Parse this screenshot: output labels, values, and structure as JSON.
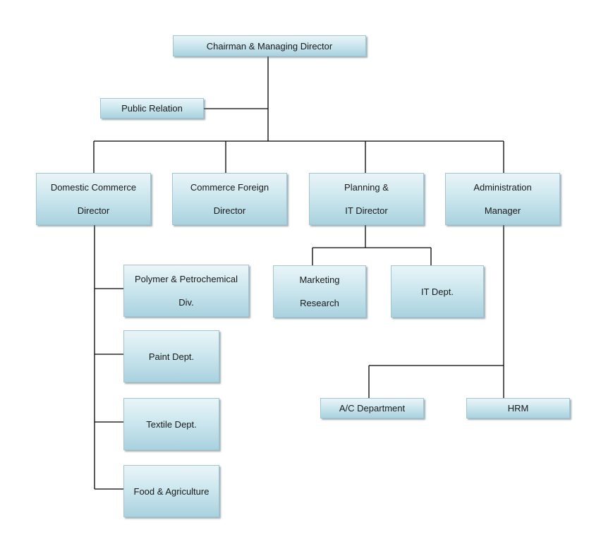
{
  "nodes": {
    "chairman": "Chairman & Managing Director",
    "public_relation": "Public Relation",
    "domestic": {
      "line1": "Domestic Commerce",
      "line2": "Director"
    },
    "foreign": {
      "line1": "Commerce Foreign",
      "line2": "Director"
    },
    "planning": {
      "line1": "Planning &",
      "line2": "IT Director"
    },
    "admin": {
      "line1": "Administration",
      "line2": "Manager"
    },
    "polymer": {
      "line1": "Polymer & Petrochemical",
      "line2": "Div."
    },
    "paint": "Paint Dept.",
    "textile": "Textile Dept.",
    "food": "Food & Agriculture",
    "marketing": {
      "line1": "Marketing",
      "line2": "Research"
    },
    "it_dept": "IT Dept.",
    "ac_department": "A/C Department",
    "hrm": "HRM"
  },
  "colors": {
    "box_top": "#e9f5f8",
    "box_bottom": "#a9d2df",
    "connector": "#000000"
  }
}
